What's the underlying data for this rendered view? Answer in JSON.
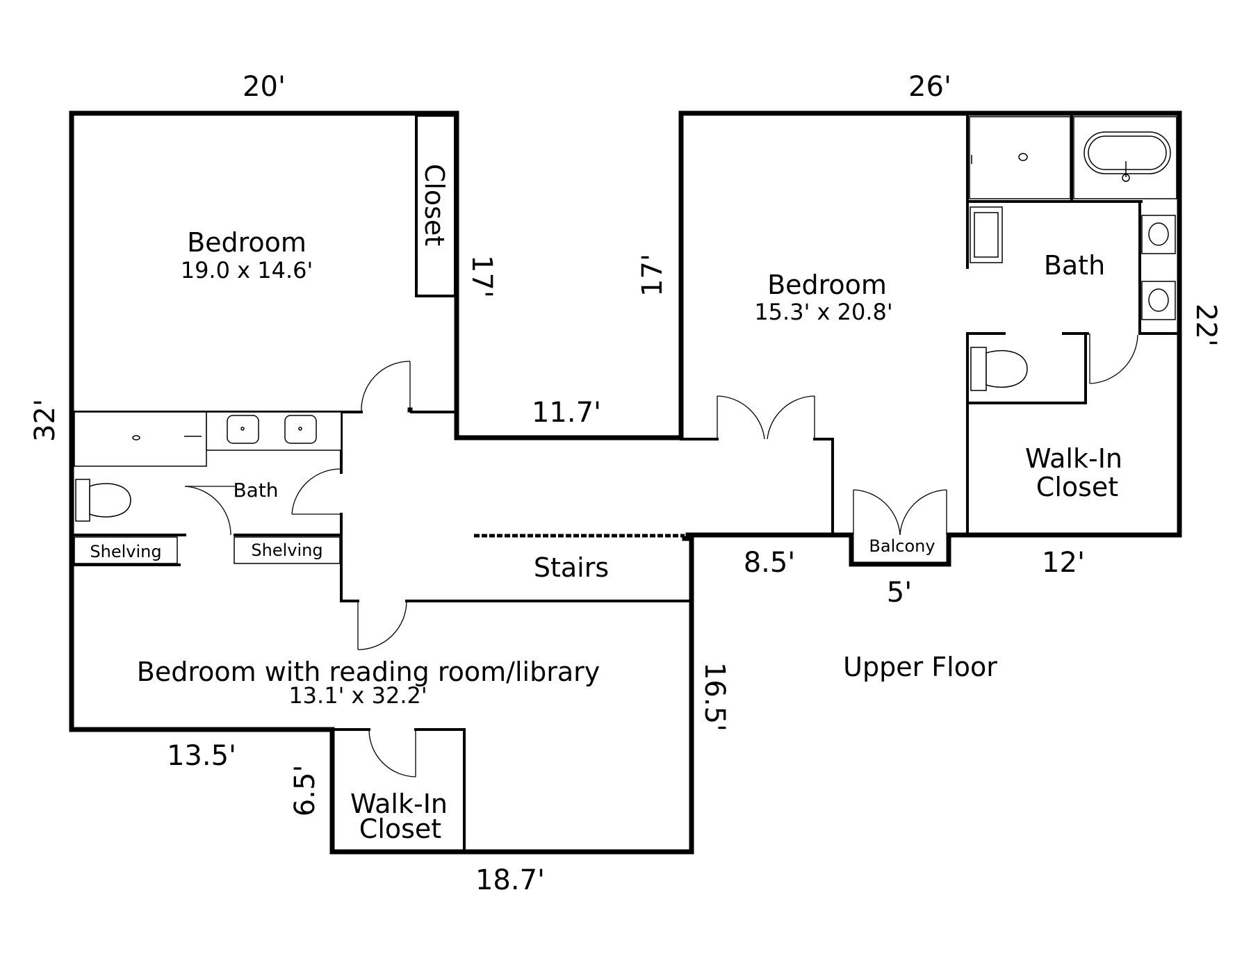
{
  "floor_title": "Upper Floor",
  "rooms": {
    "bedroom_left": {
      "name": "Bedroom",
      "size": "19.0 x 14.6'"
    },
    "closet_left": {
      "name": "Closet"
    },
    "bath_left": {
      "name": "Bath"
    },
    "shelving_a": {
      "name": "Shelving"
    },
    "shelving_b": {
      "name": "Shelving"
    },
    "bedroom_library": {
      "name": "Bedroom with reading room/library",
      "size": "13.1' x 32.2'"
    },
    "walkin_left": {
      "line1": "Walk-In",
      "line2": "Closet"
    },
    "stairs": {
      "name": "Stairs"
    },
    "bedroom_right": {
      "name": "Bedroom",
      "size": "15.3' x 20.8'"
    },
    "bath_right": {
      "name": "Bath"
    },
    "walkin_right": {
      "line1": "Walk-In",
      "line2": "Closet"
    },
    "balcony": {
      "name": "Balcony"
    }
  },
  "dimensions": {
    "top_left": "20'",
    "top_right": "26'",
    "left_side": "32'",
    "left_inner": "17'",
    "right_inner": "17'",
    "corridor": "11.7'",
    "right_side": "22'",
    "balcony_left": "8.5'",
    "balcony_width": "5'",
    "right_bottom": "12'",
    "library_right": "16.5'",
    "left_bottom": "13.5'",
    "closet_height": "6.5'",
    "bottom": "18.7'"
  }
}
